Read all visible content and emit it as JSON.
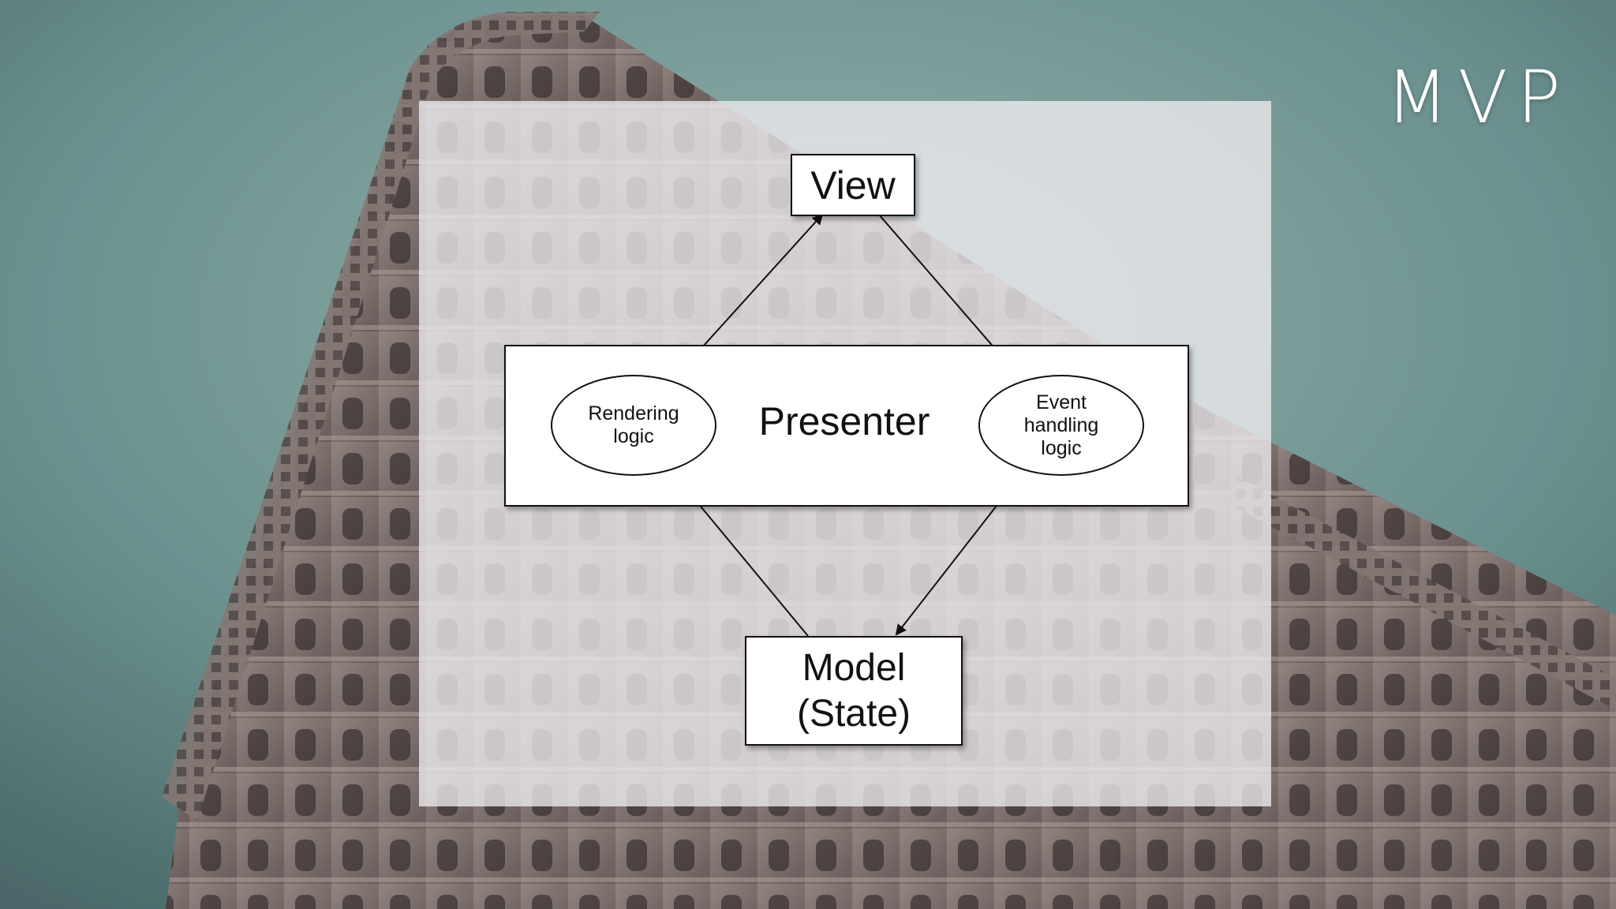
{
  "slide": {
    "title": "MVP"
  },
  "diagram": {
    "view": "View",
    "presenter": "Presenter",
    "model_line1": "Model",
    "model_line2": "(State)",
    "rendering_line1": "Rendering",
    "rendering_line2": "logic",
    "event_line1": "Event",
    "event_line2": "handling",
    "event_line3": "logic"
  },
  "colors": {
    "sky": "#6f9694",
    "building_stone": "#8a7a78",
    "panel_overlay": "#eeecf0",
    "diagram_stroke": "#111111"
  }
}
